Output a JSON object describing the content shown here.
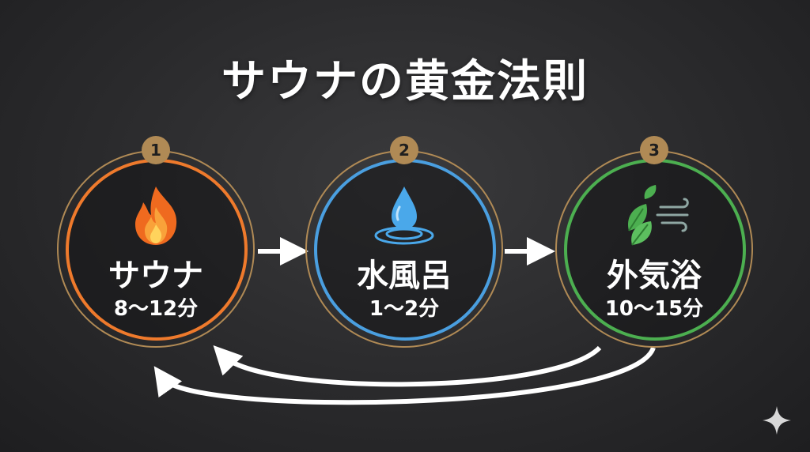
{
  "title": "サウナの黄金法則",
  "steps": [
    {
      "number": "1",
      "name": "サウナ",
      "time": "8〜12分",
      "icon": "fire-icon",
      "color": "#ef7a2c"
    },
    {
      "number": "2",
      "name": "水風呂",
      "time": "1〜2分",
      "icon": "water-drop-icon",
      "color": "#4a9fe0"
    },
    {
      "number": "3",
      "name": "外気浴",
      "time": "10〜15分",
      "icon": "leaves-wind-icon",
      "color": "#4caf50"
    }
  ],
  "colors": {
    "gold": "#b08a55",
    "arrow": "#ffffff"
  },
  "corner_icon": "sparkle-icon"
}
